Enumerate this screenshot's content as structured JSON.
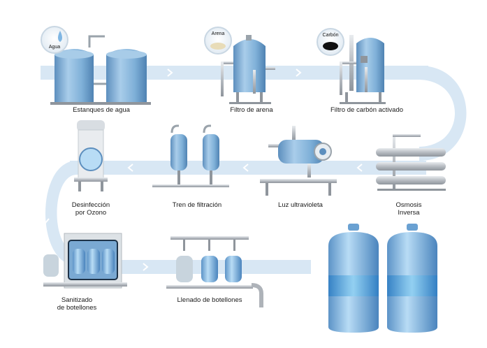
{
  "bubbles": {
    "agua": "Agua",
    "arena": "Arena",
    "carbon": "Carbón"
  },
  "steps": {
    "estanques": "Estanques de agua",
    "arena": "Filtro de arena",
    "carbon": "Filtro de carbón activado",
    "osmosis_1": "Osmosis",
    "osmosis_2": "Inversa",
    "uv": "Luz ultravioleta",
    "filtracion": "Tren de filtración",
    "ozono_1": "Desinfección",
    "ozono_2": "por Ozono",
    "sanitizado_1": "Sanitizado",
    "sanitizado_2": "de botellones",
    "llenado": "Llenado de botellones"
  },
  "colors": {
    "flow": "#d6e6f3",
    "tank": "#8eb9dc",
    "tank_dark": "#5d8fbe",
    "pipe": "#c8ccd0"
  }
}
